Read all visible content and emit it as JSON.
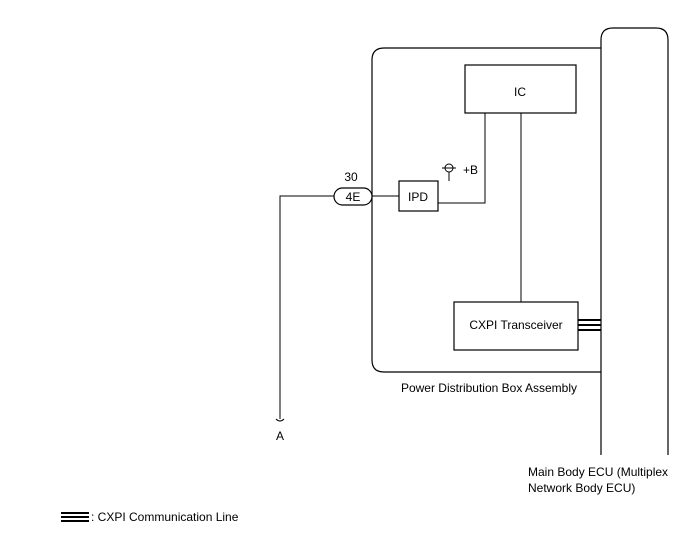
{
  "diagram": {
    "ic_label": "IC",
    "ipd_label": "IPD",
    "transceiver_label": "CXPI Transceiver",
    "power_supply_label": "+B",
    "pin_number": "30",
    "connector_label": "4E",
    "assembly_label": "Power Distribution Box Assembly",
    "terminal_label": "A",
    "ecu_label_line1": "Main Body ECU (Multiplex",
    "ecu_label_line2": "Network Body ECU)",
    "legend_label": ": CXPI Communication Line"
  }
}
